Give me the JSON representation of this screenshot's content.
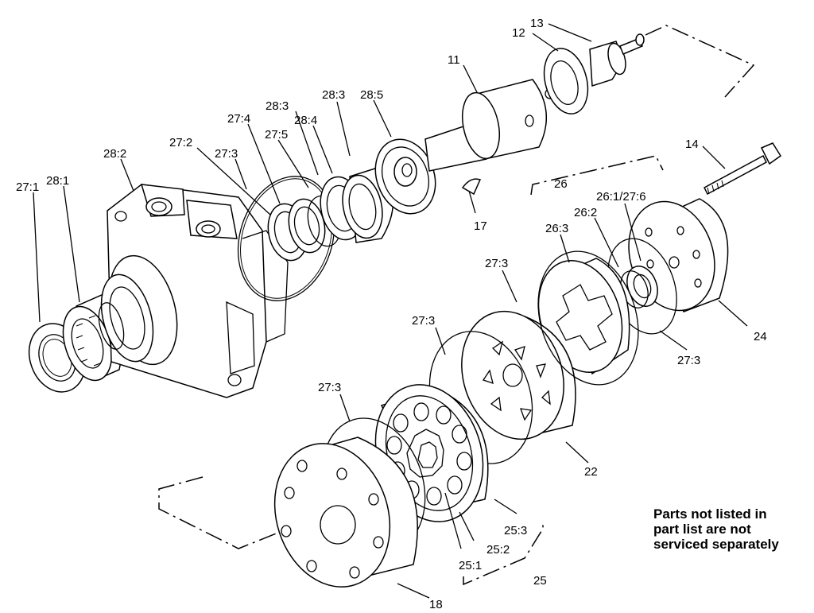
{
  "labels": {
    "l11": "11",
    "l12": "12",
    "l13": "13",
    "l14": "14",
    "l17": "17",
    "l18": "18",
    "l22": "22",
    "l24": "24",
    "l25": "25",
    "l25_1": "25:1",
    "l25_2": "25:2",
    "l25_3": "25:3",
    "l26": "26",
    "l26_1": "26:1/27:6",
    "l26_2": "26:2",
    "l26_3": "26:3",
    "l27_1": "27:1",
    "l27_2": "27:2",
    "l27_3a": "27:3",
    "l27_3b": "27:3",
    "l27_3c": "27:3",
    "l27_3d": "27:3",
    "l27_3e": "27:3",
    "l27_4": "27:4",
    "l27_5": "27:5",
    "l28_1": "28:1",
    "l28_2": "28:2",
    "l28_3a": "28:3",
    "l28_3b": "28:3",
    "l28_4": "28:4",
    "l28_5": "28:5"
  },
  "note": {
    "line1": "Parts not listed in",
    "line2": "part list are not",
    "line3": "serviced separately"
  }
}
